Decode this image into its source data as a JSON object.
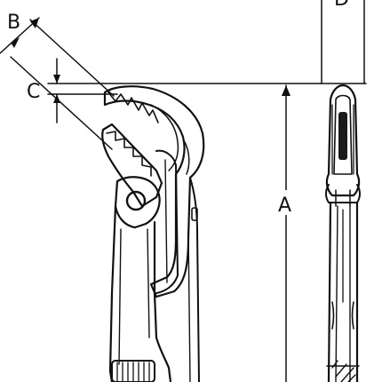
{
  "diagram": {
    "labels": {
      "a": "A",
      "b": "B",
      "c": "C",
      "d": "D"
    },
    "colors": {
      "ink": "#111111",
      "paper": "#ffffff",
      "jaw_dark": "#1a1a1a"
    }
  }
}
